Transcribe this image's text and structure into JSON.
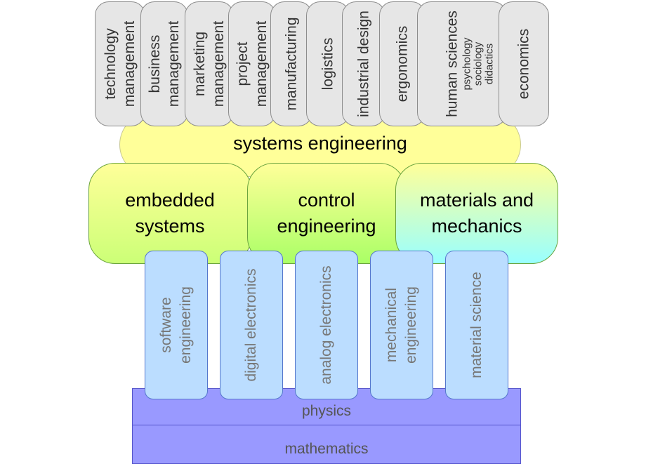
{
  "top_disciplines": [
    {
      "lines": [
        "technology",
        "management"
      ]
    },
    {
      "lines": [
        "business",
        "management"
      ]
    },
    {
      "lines": [
        "marketing",
        "management"
      ]
    },
    {
      "lines": [
        "project",
        "management"
      ]
    },
    {
      "lines": [
        "manufacturing"
      ]
    },
    {
      "lines": [
        "logistics"
      ]
    },
    {
      "lines": [
        "industrial design"
      ]
    },
    {
      "lines": [
        "ergonomics"
      ]
    },
    {
      "lines": [
        "human sciences"
      ],
      "sub": [
        "psychology",
        "sociology",
        "didactics"
      ]
    },
    {
      "lines": [
        "economics"
      ]
    }
  ],
  "systems_engineering": "systems engineering",
  "domains": {
    "embedded": [
      "embedded",
      "systems"
    ],
    "control": [
      "control",
      "engineering"
    ],
    "materials": [
      "materials and",
      "mechanics"
    ]
  },
  "columns": [
    {
      "lines": [
        "software",
        "engineering"
      ]
    },
    {
      "lines": [
        "digital electronics"
      ]
    },
    {
      "lines": [
        "analog electronics"
      ]
    },
    {
      "lines": [
        "mechanical",
        "engineering"
      ]
    },
    {
      "lines": [
        "material science"
      ]
    }
  ],
  "foundations": {
    "physics": "physics",
    "mathematics": "mathematics"
  },
  "colors": {
    "pill_fill": "#e6e6e6",
    "systems_fill": "#ffff99",
    "column_fill": "#bbddff",
    "layer_fill": "#9999ff"
  }
}
